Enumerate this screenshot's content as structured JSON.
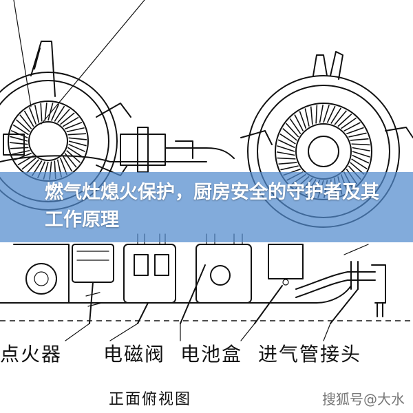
{
  "title": "燃气灶熄火保护，厨房安全的守护者及其工作原理",
  "labels": {
    "igniter": "点火器",
    "solenoid_valve": "电磁阀",
    "battery_box": "电池盒",
    "gas_inlet": "进气管接头"
  },
  "caption": "正面俯视图",
  "watermark": "搜狐号@大水"
}
